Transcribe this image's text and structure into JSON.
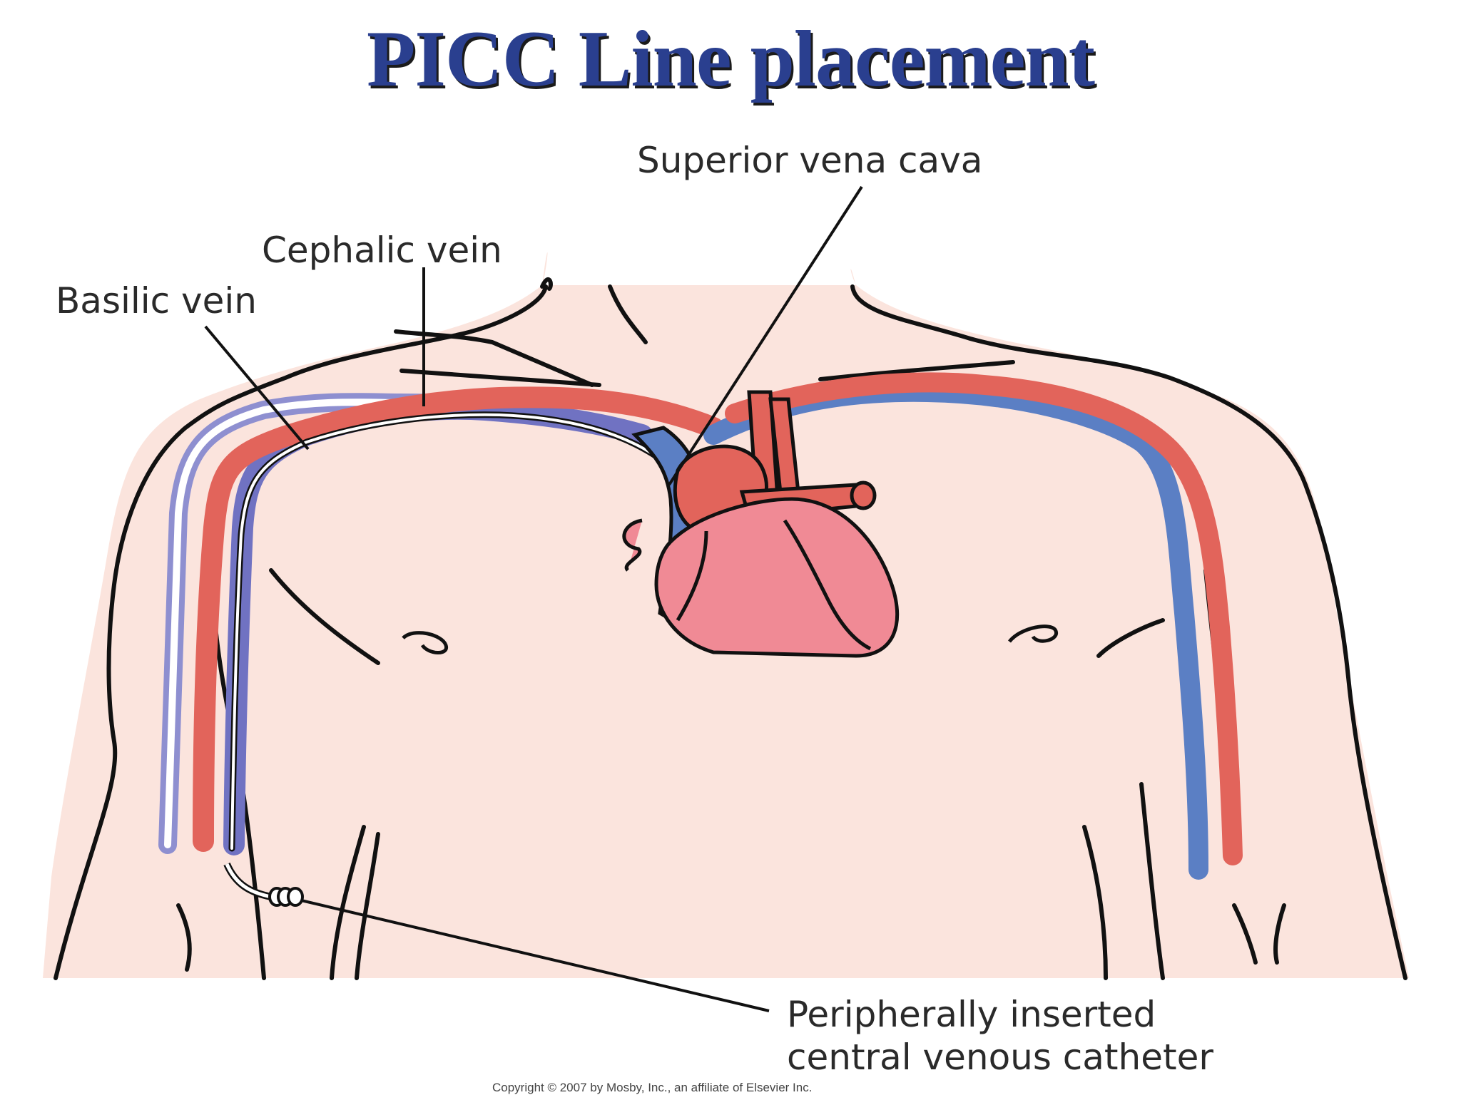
{
  "title": "PICC Line placement",
  "labels": {
    "superior_vena_cava": "Superior vena cava",
    "cephalic_vein": "Cephalic vein",
    "basilic_vein": "Basilic vein",
    "catheter_line1": "Peripherally inserted",
    "catheter_line2": "central venous catheter"
  },
  "copyright": "Copyright © 2007 by Mosby, Inc., an affiliate of Elsevier Inc.",
  "colors": {
    "title": "#2a3f8f",
    "skin": "#fbe4dd",
    "artery": "#e2645b",
    "vein": "#5b7fc4",
    "vein_light": "#8e8fd0",
    "heart": "#f08a95",
    "outline": "#111111"
  }
}
